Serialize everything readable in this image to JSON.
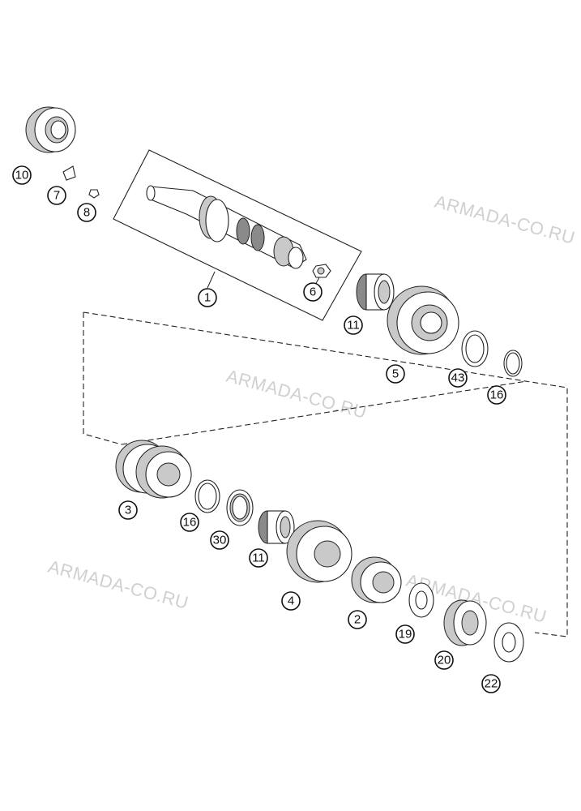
{
  "watermarks": [
    "ARMADA-CO.RU",
    "ARMADA-CO.RU",
    "ARMADA-CO.RU",
    "ARMADA-CO.RU"
  ],
  "callouts": {
    "p1": "1",
    "p2": "2",
    "p3": "3",
    "p4": "4",
    "p5": "5",
    "p6": "6",
    "p7": "7",
    "p8": "8",
    "p10": "10",
    "p11a": "11",
    "p11b": "11",
    "p16a": "16",
    "p16b": "16",
    "p19": "19",
    "p20": "20",
    "p22": "22",
    "p30": "30",
    "p43": "43"
  }
}
